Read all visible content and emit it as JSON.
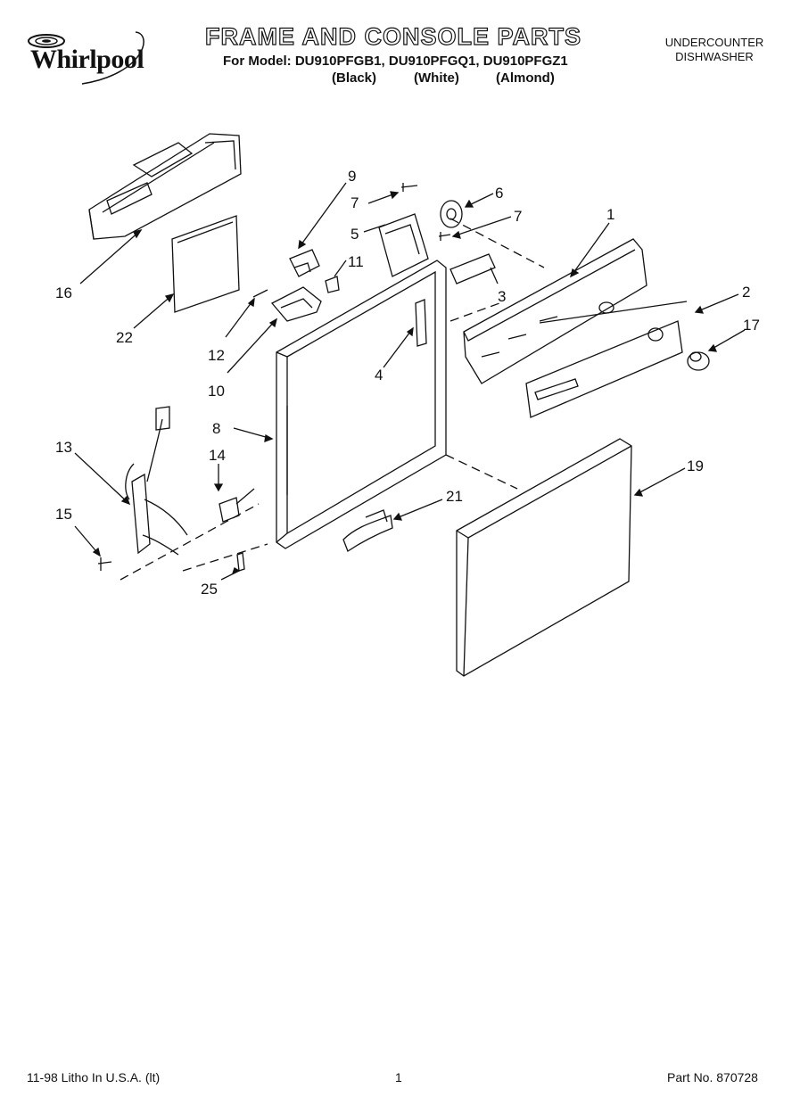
{
  "header": {
    "brand": "Whirlpool",
    "title": "FRAME AND CONSOLE PARTS",
    "models_line": "For Model: DU910PFGB1, DU910PFGQ1, DU910PFGZ1",
    "colors": [
      "(Black)",
      "(White)",
      "(Almond)"
    ],
    "appliance_type": [
      "UNDERCOUNTER",
      "DISHWASHER"
    ]
  },
  "callouts": [
    "1",
    "2",
    "3",
    "4",
    "5",
    "6",
    "7",
    "7",
    "8",
    "9",
    "10",
    "11",
    "12",
    "13",
    "14",
    "15",
    "16",
    "17",
    "19",
    "21",
    "22",
    "25"
  ],
  "footer": {
    "litho": "11-98 Litho In U.S.A. (lt)",
    "page": "1",
    "part_no": "Part No. 870728"
  }
}
